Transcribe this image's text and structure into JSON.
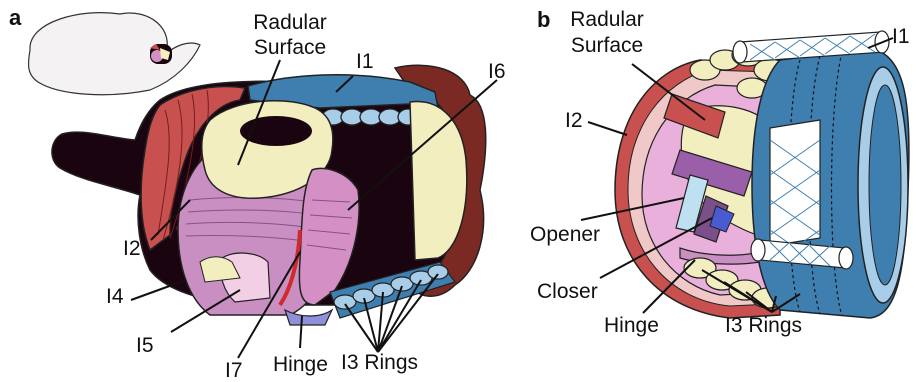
{
  "panels": {
    "a": {
      "letter": "a",
      "labels": {
        "radular_surface_line1": "Radular",
        "radular_surface_line2": "Surface",
        "i1": "I1",
        "i6": "I6",
        "i2": "I2",
        "i4": "I4",
        "i5": "I5",
        "i7": "I7",
        "hinge": "Hinge",
        "i3_rings": "I3 Rings"
      }
    },
    "b": {
      "letter": "b",
      "labels": {
        "radular_surface_line1": "Radular",
        "radular_surface_line2": "Surface",
        "i1": "I1",
        "i2": "I2",
        "opener": "Opener",
        "closer": "Closer",
        "hinge": "Hinge",
        "i3_rings": "I3 Rings"
      }
    }
  },
  "colors": {
    "i1_blue": "#3f7fb0",
    "i2_red": "#c8504f",
    "i4_pink": "#c98fc2",
    "i6_pink": "#d490c4",
    "radular_cream": "#f2eec0",
    "cavity_black": "#1a0410",
    "outer_brown": "#7a2a22",
    "ring_light": "#a8cde8"
  }
}
